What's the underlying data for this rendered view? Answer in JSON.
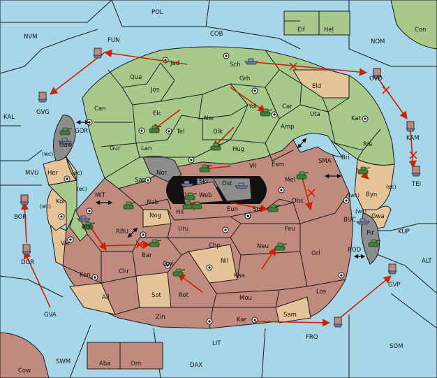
{
  "colors": {
    "sea": "#a6d6e8",
    "green_power": "#a8c98c",
    "red_power": "#c08a7e",
    "neutral": "#e6c49a",
    "impassable": "#8d8d8d",
    "order_arrow": "#cc2200",
    "army_green": "#3f7d3a",
    "fleet_grey": "#6a7a95"
  },
  "board": {
    "seas": [
      "POL",
      "NVM",
      "FUN",
      "COB",
      "NOM",
      "Con",
      "KAL",
      "MVU",
      "GOR",
      "MIT",
      "RBU",
      "SMA",
      "BUC",
      "KUP",
      "ROD",
      "ALT",
      "BOR",
      "DOR",
      "GVA",
      "FRO",
      "SOM",
      "SWM",
      "LIT",
      "DAX",
      "Cow"
    ],
    "green_provinces": [
      "Jad",
      "Sch",
      "Qua",
      "Grh",
      "Jos",
      "Can",
      "Car",
      "Elc",
      "Nar",
      "Tel",
      "Amp",
      "Olk",
      "Lan",
      "Gur",
      "Hug",
      "Uta",
      "Kat",
      "Bri",
      "Rie",
      "Vil",
      "Esm",
      "Sap",
      "Nor",
      "Skr",
      "Elf",
      "Hel",
      "Gaw",
      "Kor",
      "Ark"
    ],
    "red_provinces": [
      "Web",
      "Ost",
      "Eun",
      "Sur",
      "Mel",
      "Obs",
      "Nab",
      "Hil",
      "Uru",
      "Feu",
      "Chp",
      "Neu",
      "Orl",
      "Nil",
      "Kaa",
      "Los",
      "Mou",
      "Rot",
      "Sot",
      "Qwi",
      "Bar",
      "Chr",
      "Ken",
      "Ail",
      "Zin",
      "Kar",
      "Sam",
      "Aba",
      "Orn"
    ],
    "neutral_provinces": [
      "Eld",
      "Byn",
      "Gwa",
      "Nog",
      "Her",
      "Ver"
    ],
    "impassable": [
      "Pir"
    ],
    "coast_tags": [
      "(wc)",
      "(ec)",
      "(wc)",
      "(ec)",
      "(ec)",
      "(wc)",
      "(wc)",
      "(ec)"
    ],
    "off_board_fleets": [
      "GVG",
      "OVD",
      "KAM",
      "TEI",
      "BOR",
      "DOR",
      "GVP",
      "FRO",
      "FUN"
    ]
  }
}
